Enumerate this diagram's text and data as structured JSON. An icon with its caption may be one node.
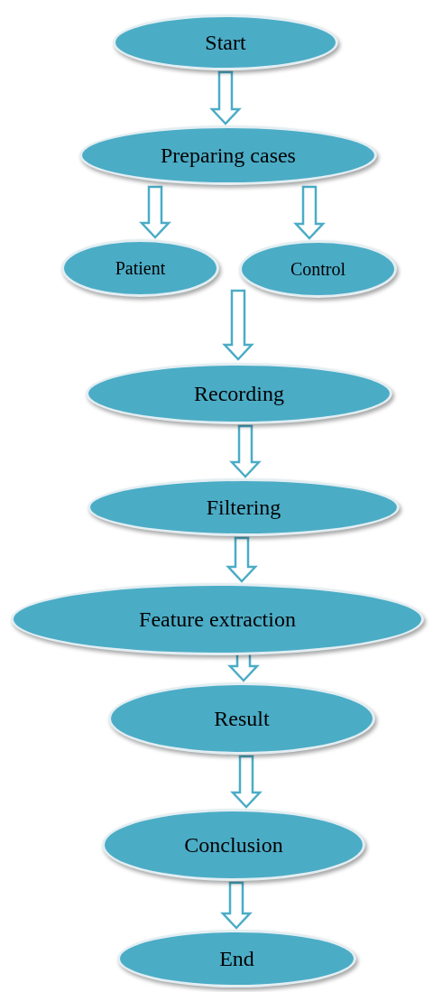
{
  "diagram": {
    "nodes": [
      {
        "text": [
          "Start"
        ]
      },
      {
        "text": [
          "Preparing cases"
        ]
      },
      {
        "text": [
          "Patient"
        ]
      },
      {
        "text": [
          "Control"
        ]
      },
      {
        "text": [
          "Recording"
        ]
      },
      {
        "text": [
          "Filtering"
        ]
      },
      {
        "text": [
          "Feature extraction"
        ]
      },
      {
        "text": [
          "Result"
        ]
      },
      {
        "text": [
          "Conclusion"
        ]
      },
      {
        "text": [
          "End"
        ]
      }
    ],
    "edges": [
      {
        "from": 0,
        "to": 1,
        "arrow": "to"
      },
      {
        "from": 1,
        "to": 2,
        "arrow": "to"
      },
      {
        "from": 1,
        "to": 3,
        "arrow": "to"
      },
      {
        "from": 2,
        "to": 4,
        "arrow": "to"
      },
      {
        "from": 3,
        "to": 4,
        "arrow": "to"
      },
      {
        "from": 4,
        "to": 5,
        "arrow": "to"
      },
      {
        "from": 5,
        "to": 6,
        "arrow": "to"
      },
      {
        "from": 6,
        "to": 7,
        "arrow": "to"
      },
      {
        "from": 7,
        "to": 8,
        "arrow": "to"
      },
      {
        "from": 8,
        "to": 9,
        "arrow": "to"
      }
    ]
  }
}
